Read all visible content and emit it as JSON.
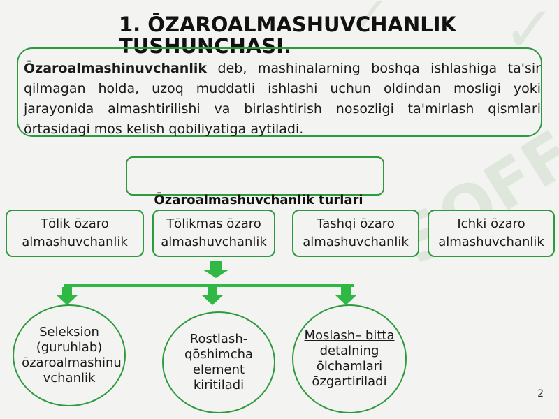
{
  "watermark": "SOFF",
  "slide": {
    "title": "1. ŌZAROALMASHUVCHANLIK TUSHUNCHASI.",
    "definition": {
      "term": "Ōzaroalmashinuvchanlik",
      "rest": " deb, mashinalarning boshqa ishlashiga ta'sir qilmagan holda, uzoq muddatli ishlashi uchun oldindan mosligi yoki jarayonida almashtirilishi va birlashtirish nosozligi ta'mirlash qismlari ōrtasidagi mos kelish qobiliyatiga aytiladi."
    },
    "subtitle": "Ōzaroalmashuvchanlik turlari",
    "types": [
      "Tōlik ōzaro almashuvchanlik",
      "Tōlikmas ōzaro almashuvchanlik",
      "Tashqi ōzaro almashuvchanlik",
      "Ichki ōzaro almashuvchanlik"
    ],
    "methods": [
      {
        "heading": "Seleksion",
        "body": "(guruhlab) ōzaroalmashinu vchanlik"
      },
      {
        "heading": "Rostlash-",
        "body": "qōshimcha element kiritiladi"
      },
      {
        "heading": "Moslash– bitta",
        "body": "detalning ōlchamlari ōzgartiriladi"
      }
    ],
    "page_number": "2"
  },
  "colors": {
    "accent": "#2e9a3e",
    "background": "#f3f3f1",
    "watermark": "#dfe7dc"
  }
}
